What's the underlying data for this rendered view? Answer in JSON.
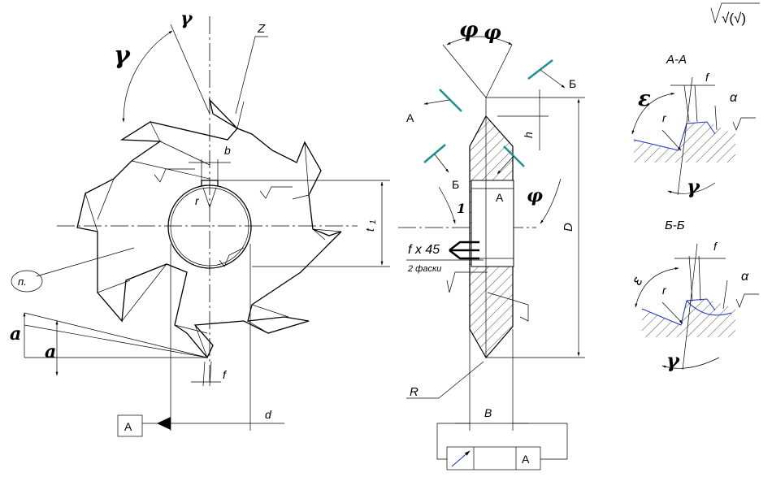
{
  "labels": {
    "roughness": "√(√)",
    "section_aa": "А-А",
    "section_bb": "Б-Б",
    "z": "Z",
    "b": "b",
    "r": "r",
    "t1": "t",
    "t1_sub": "1",
    "f": "f",
    "d": "d",
    "D": "D",
    "h": "h",
    "B": "B",
    "R": "R",
    "A": "А",
    "Bcyr": "Б",
    "n": "п.",
    "chamfer": "f x 45",
    "chamfer_note": "2 фаски",
    "alpha": "α",
    "phi": "φ",
    "phi1": "φ",
    "phi1_sub": "1",
    "gamma": "γ",
    "epsilon": "ε",
    "a": "a",
    "datum": "А"
  },
  "colors": {
    "line": "#000000",
    "section_arrow": "#1f8f8f",
    "profile": "#1f2fbf"
  }
}
